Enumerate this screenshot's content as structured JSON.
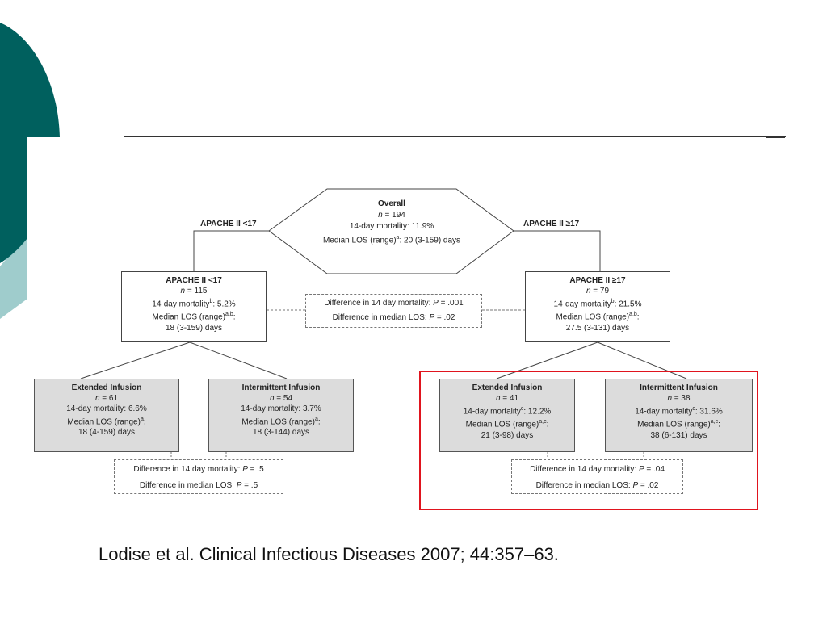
{
  "colors": {
    "teal": "#00605e",
    "light_teal": "#9fcccc",
    "highlight": "#e0141e",
    "box_fill": "#dcdcdc"
  },
  "branch_left_label": "APACHE II <17",
  "branch_right_label": "APACHE II ≥17",
  "overall": {
    "title": "Overall",
    "n_prefix": "n",
    "n_suffix": " = 194",
    "mortality": "14-day mortality: 11.9%",
    "los_prefix": "Median LOS (range)",
    "los_sup": "a",
    "los_suffix": ": 20 (3-159) days"
  },
  "apache_low": {
    "title": "APACHE II <17",
    "n_prefix": "n",
    "n_suffix": " = 115",
    "mortality_prefix": "14-day mortality",
    "mortality_sup": "b",
    "mortality_suffix": ": 5.2%",
    "los_prefix": "Median LOS (range)",
    "los_sup": "a,b",
    "los_suffix": ":",
    "los_value": "18 (3-159) days"
  },
  "apache_high": {
    "title": "APACHE II ≥17",
    "n_prefix": "n",
    "n_suffix": " = 79",
    "mortality_prefix": "14-day mortality",
    "mortality_sup": "b",
    "mortality_suffix": ": 21.5%",
    "los_prefix": "Median LOS (range)",
    "los_sup": "a,b",
    "los_suffix": ":",
    "los_value": "27.5 (3-131) days"
  },
  "apache_diff": {
    "mortality_prefix": "Difference in 14 day mortality: ",
    "p_label": "P",
    "mortality_value": " = .001",
    "los_prefix": "Difference in median LOS: ",
    "los_value": " = .02"
  },
  "low_ext": {
    "title": "Extended Infusion",
    "n_prefix": "n",
    "n_suffix": " = 61",
    "mortality": "14-day mortality: 6.6%",
    "los_prefix": "Median LOS (range)",
    "los_sup": "a",
    "los_suffix": ":",
    "los_value": "18 (4-159) days"
  },
  "low_int": {
    "title": "Intermittent Infusion",
    "n_prefix": "n",
    "n_suffix": " = 54",
    "mortality": "14-day mortality: 3.7%",
    "los_prefix": "Median LOS (range)",
    "los_sup": "a",
    "los_suffix": ":",
    "los_value": "18 (3-144) days"
  },
  "low_diff": {
    "mortality_prefix": "Difference in 14 day mortality: ",
    "p_label": "P",
    "mortality_value": " = .5",
    "los_prefix": "Difference in median LOS: ",
    "los_value": " = .5"
  },
  "high_ext": {
    "title": "Extended Infusion",
    "n_prefix": "n",
    "n_suffix": " = 41",
    "mortality_prefix": "14-day mortality",
    "mortality_sup": "c",
    "mortality_suffix": ": 12.2%",
    "los_prefix": "Median LOS (range)",
    "los_sup": "a,c",
    "los_suffix": ":",
    "los_value": "21 (3-98) days"
  },
  "high_int": {
    "title": "Intermittent Infusion",
    "n_prefix": "n",
    "n_suffix": " = 38",
    "mortality_prefix": "14-day mortality",
    "mortality_sup": "c",
    "mortality_suffix": ": 31.6%",
    "los_prefix": "Median LOS (range)",
    "los_sup": "a,c",
    "los_suffix": ":",
    "los_value": "38 (6-131) days"
  },
  "high_diff": {
    "mortality_prefix": "Difference in 14 day mortality: ",
    "p_label": "P",
    "mortality_value": " = .04",
    "los_prefix": "Difference in median LOS: ",
    "los_value": " = .02"
  },
  "citation": "Lodise et al. Clinical Infectious Diseases 2007; 44:357–63."
}
